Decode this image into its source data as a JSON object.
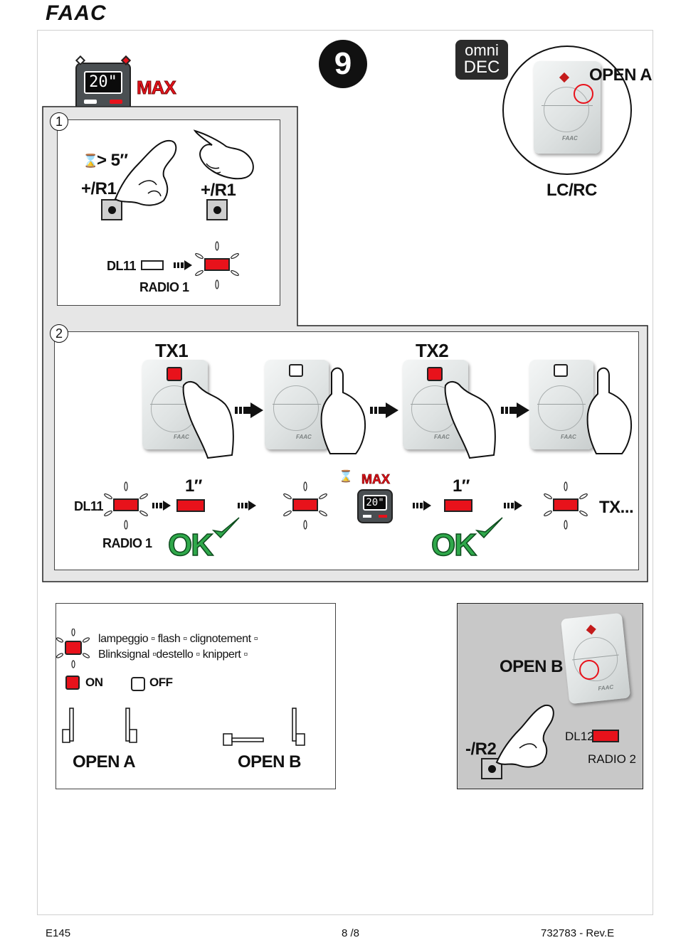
{
  "header": {
    "brand": "FAAC"
  },
  "step_number": "9",
  "top_right": {
    "logo_line1": "omni",
    "logo_line2": "DEC",
    "open_a_label": "OPEN A",
    "lc_rc_label": "LC/RC"
  },
  "max_display": {
    "value": "20\"",
    "max_label": "MAX"
  },
  "section1": {
    "marker": "1",
    "time_label": "> 5″",
    "button_left": "+/R1",
    "button_right": "+/R1",
    "led_name": "DL11",
    "radio_label": "RADIO 1"
  },
  "section2": {
    "marker": "2",
    "tx1": "TX1",
    "tx2": "TX2",
    "led_name": "DL11",
    "radio_label": "RADIO 1",
    "time1": "1″",
    "time2": "1″",
    "ok1": "OK",
    "ok2": "OK",
    "max_label": "MAX",
    "display_value": "20\"",
    "tx_more": "TX..."
  },
  "legend": {
    "flash_line1": "lampeggio ▫ flash ▫ clignotement ▫",
    "flash_line2": "Blinksignal ▫destello ▫ knippert ▫",
    "on_label": "ON",
    "off_label": "OFF",
    "open_a": "OPEN A",
    "open_b": "OPEN B"
  },
  "open_b_panel": {
    "title": "OPEN B",
    "button_label": "-/R2",
    "led_name": "DL12",
    "radio_label": "RADIO 2"
  },
  "footer": {
    "left": "E145",
    "center": "8 /8",
    "right": "732783 - Rev.E"
  },
  "colors": {
    "led_red": "#e8121b",
    "ok_green": "#2fa84a",
    "panel_gray": "#c8c8c8",
    "frame_gray": "#e6e6e6"
  }
}
